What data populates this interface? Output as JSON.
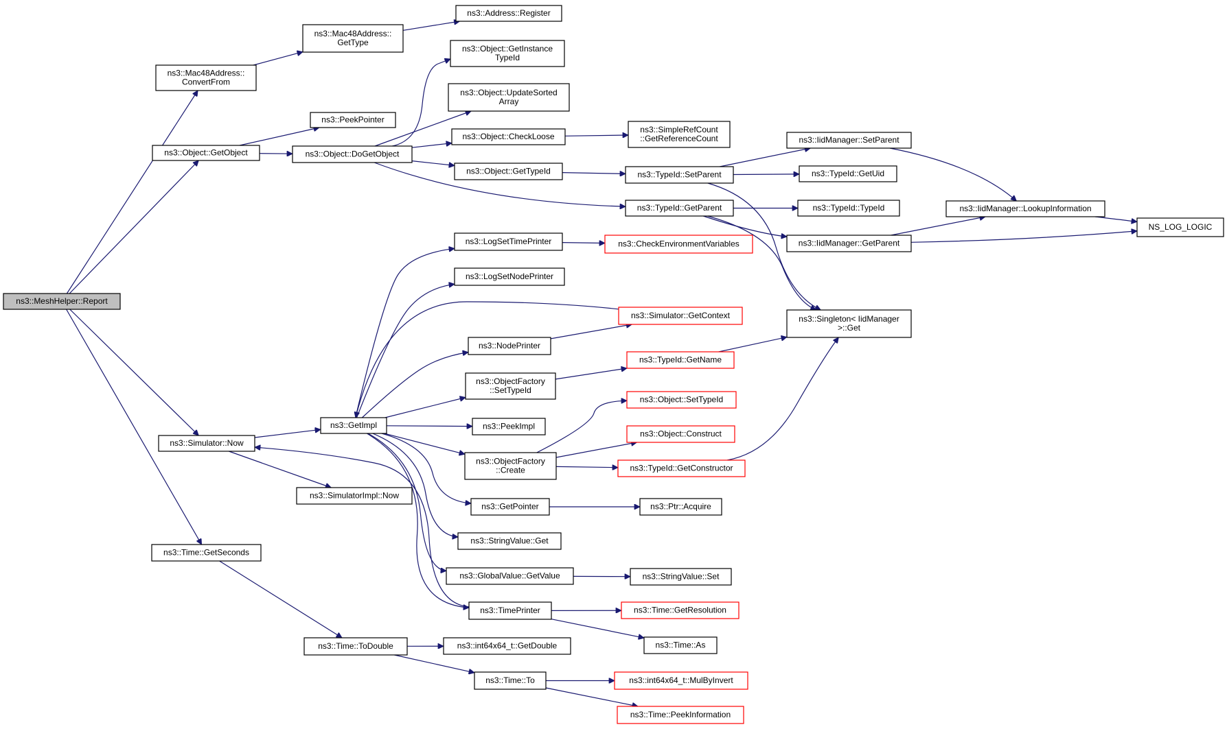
{
  "graph": {
    "edge_color": "#191970",
    "root_fill": "#bfbfbf",
    "red_border": "#ff0000",
    "nodes": [
      {
        "id": "root",
        "lines": [
          "ns3::MeshHelper::Report"
        ],
        "style": "root"
      },
      {
        "id": "mac48conv",
        "lines": [
          "ns3::Mac48Address::",
          "ConvertFrom"
        ],
        "style": "normal"
      },
      {
        "id": "mac48type",
        "lines": [
          "ns3::Mac48Address::",
          "GetType"
        ],
        "style": "normal"
      },
      {
        "id": "addrreg",
        "lines": [
          "ns3::Address::Register"
        ],
        "style": "normal"
      },
      {
        "id": "getobject",
        "lines": [
          "ns3::Object::GetObject"
        ],
        "style": "normal"
      },
      {
        "id": "peekpointer",
        "lines": [
          "ns3::PeekPointer"
        ],
        "style": "normal"
      },
      {
        "id": "dogetobject",
        "lines": [
          "ns3::Object::DoGetObject"
        ],
        "style": "normal"
      },
      {
        "id": "getinstance",
        "lines": [
          "ns3::Object::GetInstance",
          "TypeId"
        ],
        "style": "normal"
      },
      {
        "id": "updatesorted",
        "lines": [
          "ns3::Object::UpdateSorted",
          "Array"
        ],
        "style": "normal"
      },
      {
        "id": "checkloose",
        "lines": [
          "ns3::Object::CheckLoose"
        ],
        "style": "normal"
      },
      {
        "id": "simpleref",
        "lines": [
          "ns3::SimpleRefCount",
          "::GetReferenceCount"
        ],
        "style": "normal"
      },
      {
        "id": "objgettypeid",
        "lines": [
          "ns3::Object::GetTypeId"
        ],
        "style": "normal"
      },
      {
        "id": "typeidsetparent",
        "lines": [
          "ns3::TypeId::SetParent"
        ],
        "style": "normal"
      },
      {
        "id": "iidsetparent",
        "lines": [
          "ns3::IidManager::SetParent"
        ],
        "style": "normal"
      },
      {
        "id": "typeidgetuid",
        "lines": [
          "ns3::TypeId::GetUid"
        ],
        "style": "normal"
      },
      {
        "id": "typeidgetparent",
        "lines": [
          "ns3::TypeId::GetParent"
        ],
        "style": "normal"
      },
      {
        "id": "typeidtypeid",
        "lines": [
          "ns3::TypeId::TypeId"
        ],
        "style": "normal"
      },
      {
        "id": "iidlookup",
        "lines": [
          "ns3::IidManager::LookupInformation"
        ],
        "style": "normal"
      },
      {
        "id": "nslog",
        "lines": [
          "NS_LOG_LOGIC"
        ],
        "style": "normal"
      },
      {
        "id": "iidgetparent",
        "lines": [
          "ns3::IidManager::GetParent"
        ],
        "style": "normal"
      },
      {
        "id": "singleton",
        "lines": [
          "ns3::Singleton< IidManager",
          ">::Get"
        ],
        "style": "normal"
      },
      {
        "id": "logsettime",
        "lines": [
          "ns3::LogSetTimePrinter"
        ],
        "style": "normal"
      },
      {
        "id": "checkenv",
        "lines": [
          "ns3::CheckEnvironmentVariables"
        ],
        "style": "red"
      },
      {
        "id": "logsetnode",
        "lines": [
          "ns3::LogSetNodePrinter"
        ],
        "style": "normal"
      },
      {
        "id": "simgetcontext",
        "lines": [
          "ns3::Simulator::GetContext"
        ],
        "style": "red"
      },
      {
        "id": "nodeprinter",
        "lines": [
          "ns3::NodePrinter"
        ],
        "style": "normal"
      },
      {
        "id": "typeidgetname",
        "lines": [
          "ns3::TypeId::GetName"
        ],
        "style": "red"
      },
      {
        "id": "ofsettypeid",
        "lines": [
          "ns3::ObjectFactory",
          "::SetTypeId"
        ],
        "style": "normal"
      },
      {
        "id": "objsettypeid",
        "lines": [
          "ns3::Object::SetTypeId"
        ],
        "style": "red"
      },
      {
        "id": "getimpl",
        "lines": [
          "ns3::GetImpl"
        ],
        "style": "normal"
      },
      {
        "id": "peekimpl",
        "lines": [
          "ns3::PeekImpl"
        ],
        "style": "normal"
      },
      {
        "id": "objconstruct",
        "lines": [
          "ns3::Object::Construct"
        ],
        "style": "red"
      },
      {
        "id": "simnow",
        "lines": [
          "ns3::Simulator::Now"
        ],
        "style": "normal"
      },
      {
        "id": "ofcreate",
        "lines": [
          "ns3::ObjectFactory",
          "::Create"
        ],
        "style": "normal"
      },
      {
        "id": "getconstructor",
        "lines": [
          "ns3::TypeId::GetConstructor"
        ],
        "style": "red"
      },
      {
        "id": "simimplnow",
        "lines": [
          "ns3::SimulatorImpl::Now"
        ],
        "style": "normal"
      },
      {
        "id": "getpointer",
        "lines": [
          "ns3::GetPointer"
        ],
        "style": "normal"
      },
      {
        "id": "ptracquire",
        "lines": [
          "ns3::Ptr::Acquire"
        ],
        "style": "normal"
      },
      {
        "id": "stringget",
        "lines": [
          "ns3::StringValue::Get"
        ],
        "style": "normal"
      },
      {
        "id": "timegetseconds",
        "lines": [
          "ns3::Time::GetSeconds"
        ],
        "style": "normal"
      },
      {
        "id": "globalgetvalue",
        "lines": [
          "ns3::GlobalValue::GetValue"
        ],
        "style": "normal"
      },
      {
        "id": "stringset",
        "lines": [
          "ns3::StringValue::Set"
        ],
        "style": "normal"
      },
      {
        "id": "timeprinter",
        "lines": [
          "ns3::TimePrinter"
        ],
        "style": "normal"
      },
      {
        "id": "timegetres",
        "lines": [
          "ns3::Time::GetResolution"
        ],
        "style": "red"
      },
      {
        "id": "timeas",
        "lines": [
          "ns3::Time::As"
        ],
        "style": "normal"
      },
      {
        "id": "timetodouble",
        "lines": [
          "ns3::Time::ToDouble"
        ],
        "style": "normal"
      },
      {
        "id": "int64getdouble",
        "lines": [
          "ns3::int64x64_t::GetDouble"
        ],
        "style": "normal"
      },
      {
        "id": "timeto",
        "lines": [
          "ns3::Time::To"
        ],
        "style": "normal"
      },
      {
        "id": "mulbyinvert",
        "lines": [
          "ns3::int64x64_t::MulByInvert"
        ],
        "style": "red"
      },
      {
        "id": "peekinfo",
        "lines": [
          "ns3::Time::PeekInformation"
        ],
        "style": "red"
      }
    ],
    "edges": [
      [
        "root",
        "mac48conv"
      ],
      [
        "root",
        "getobject"
      ],
      [
        "root",
        "simnow"
      ],
      [
        "root",
        "timegetseconds"
      ],
      [
        "mac48conv",
        "mac48type"
      ],
      [
        "mac48type",
        "addrreg"
      ],
      [
        "getobject",
        "peekpointer"
      ],
      [
        "getobject",
        "dogetobject"
      ],
      [
        "dogetobject",
        "getinstance"
      ],
      [
        "dogetobject",
        "updatesorted"
      ],
      [
        "dogetobject",
        "checkloose"
      ],
      [
        "dogetobject",
        "objgettypeid"
      ],
      [
        "dogetobject",
        "typeidgetparent"
      ],
      [
        "checkloose",
        "simpleref"
      ],
      [
        "objgettypeid",
        "typeidsetparent"
      ],
      [
        "typeidsetparent",
        "iidsetparent"
      ],
      [
        "typeidsetparent",
        "typeidgetuid"
      ],
      [
        "typeidsetparent",
        "singleton"
      ],
      [
        "iidsetparent",
        "iidlookup"
      ],
      [
        "typeidgetparent",
        "typeidtypeid"
      ],
      [
        "typeidgetparent",
        "iidgetparent"
      ],
      [
        "typeidgetparent",
        "singleton"
      ],
      [
        "iidgetparent",
        "iidlookup"
      ],
      [
        "iidgetparent",
        "nslog"
      ],
      [
        "iidlookup",
        "nslog"
      ],
      [
        "simnow",
        "getimpl"
      ],
      [
        "simnow",
        "simimplnow"
      ],
      [
        "getimpl",
        "logsettime"
      ],
      [
        "getimpl",
        "logsetnode"
      ],
      [
        "getimpl",
        "nodeprinter"
      ],
      [
        "getimpl",
        "ofsettypeid"
      ],
      [
        "getimpl",
        "peekimpl"
      ],
      [
        "getimpl",
        "ofcreate"
      ],
      [
        "getimpl",
        "getpointer"
      ],
      [
        "getimpl",
        "stringget"
      ],
      [
        "getimpl",
        "globalgetvalue"
      ],
      [
        "getimpl",
        "timeprinter"
      ],
      [
        "logsettime",
        "checkenv"
      ],
      [
        "simgetcontext",
        "getimpl"
      ],
      [
        "nodeprinter",
        "simgetcontext"
      ],
      [
        "ofsettypeid",
        "typeidgetname"
      ],
      [
        "typeidgetname",
        "singleton"
      ],
      [
        "ofcreate",
        "objsettypeid"
      ],
      [
        "ofcreate",
        "objconstruct"
      ],
      [
        "ofcreate",
        "getconstructor"
      ],
      [
        "getconstructor",
        "singleton"
      ],
      [
        "getpointer",
        "ptracquire"
      ],
      [
        "globalgetvalue",
        "stringset"
      ],
      [
        "timeprinter",
        "timegetres"
      ],
      [
        "timeprinter",
        "timeas"
      ],
      [
        "timeprinter",
        "simnow"
      ],
      [
        "timegetseconds",
        "timetodouble"
      ],
      [
        "timetodouble",
        "int64getdouble"
      ],
      [
        "timetodouble",
        "timeto"
      ],
      [
        "timeto",
        "mulbyinvert"
      ],
      [
        "timeto",
        "peekinfo"
      ]
    ]
  }
}
